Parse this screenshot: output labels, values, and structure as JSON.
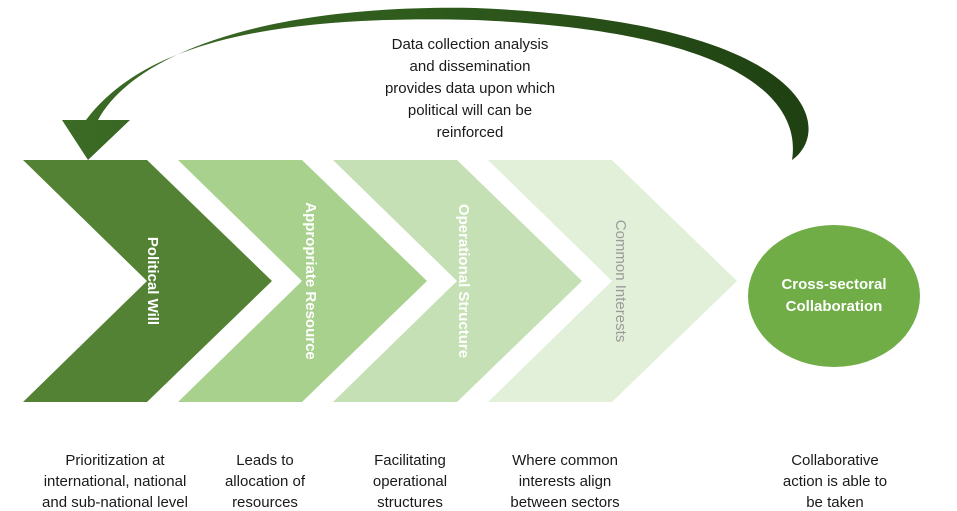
{
  "colors": {
    "arrow_dark": "#2e5a1c",
    "chevron_1": "#548235",
    "chevron_2": "#a9d18e",
    "chevron_3": "#c5e0b4",
    "chevron_4": "#e2f0d9",
    "ellipse": "#70ad47"
  },
  "feedback_text": "Data collection analysis\nand dissemination\nprovides data upon which\npolitical will can be\nreinforced",
  "stages": [
    {
      "label": "Political Will",
      "caption": "Prioritization at\ninternational, national\nand sub-national level"
    },
    {
      "label": "Appropriate Resource",
      "caption": "Leads to\nallocation of\nresources"
    },
    {
      "label": "Operational Structure",
      "caption": "Facilitating\noperational\nstructures"
    },
    {
      "label": "Common Interests",
      "caption": "Where common\ninterests align\nbetween sectors"
    }
  ],
  "outcome": {
    "label": "Cross-sectoral\nCollaboration",
    "caption": "Collaborative\naction is able to\nbe taken"
  }
}
